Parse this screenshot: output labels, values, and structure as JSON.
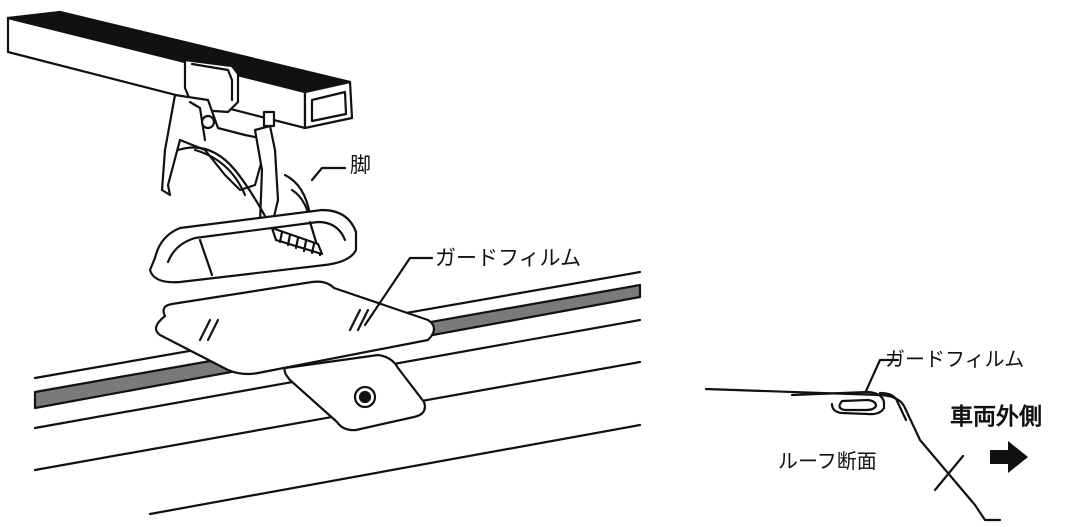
{
  "labels": {
    "foot": "脚",
    "guard_film_main": "ガードフィルム",
    "guard_film_section": "ガードフィルム",
    "vehicle_outside": "車両外側",
    "roof_section": "ルーフ断面"
  },
  "icons": {
    "direction": "arrow-right-icon"
  },
  "colors": {
    "line": "#111111",
    "rail": "#7a7a7a",
    "background": "#ffffff"
  }
}
